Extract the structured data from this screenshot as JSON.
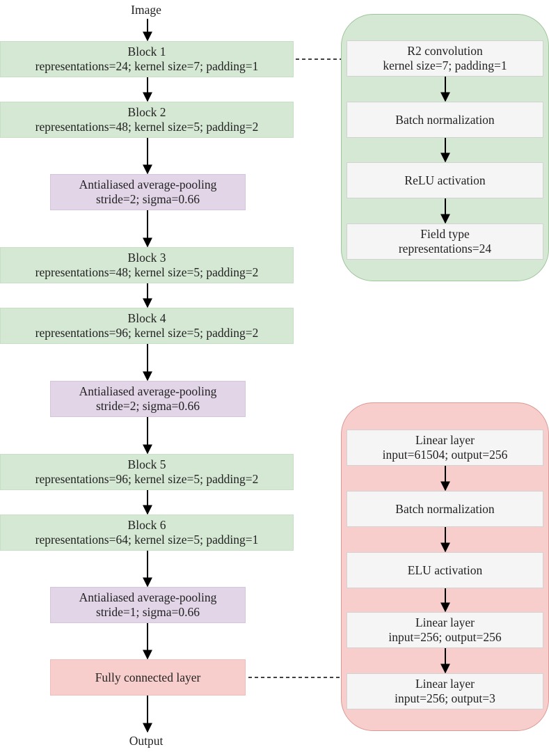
{
  "input_label": "Image",
  "output_label": "Output",
  "main_flow": [
    {
      "kind": "block",
      "title": "Block 1",
      "detail": "representations=24; kernel size=7; padding=1"
    },
    {
      "kind": "block",
      "title": "Block 2",
      "detail": "representations=48; kernel size=5; padding=2"
    },
    {
      "kind": "pool",
      "title": "Antialiased average-pooling",
      "detail": "stride=2; sigma=0.66"
    },
    {
      "kind": "block",
      "title": "Block 3",
      "detail": "representations=48; kernel size=5; padding=2"
    },
    {
      "kind": "block",
      "title": "Block 4",
      "detail": "representations=96; kernel size=5; padding=2"
    },
    {
      "kind": "pool",
      "title": "Antialiased average-pooling",
      "detail": "stride=2; sigma=0.66"
    },
    {
      "kind": "block",
      "title": "Block 5",
      "detail": "representations=96; kernel size=5; padding=2"
    },
    {
      "kind": "block",
      "title": "Block 6",
      "detail": "representations=64; kernel size=5; padding=1"
    },
    {
      "kind": "pool",
      "title": "Antialiased average-pooling",
      "detail": "stride=1; sigma=0.66"
    },
    {
      "kind": "fc",
      "title": "Fully connected layer",
      "detail": ""
    }
  ],
  "block_detail_panel": {
    "steps": [
      {
        "title": "R2 convolution",
        "detail": "kernel size=7; padding=1"
      },
      {
        "title": "Batch normalization",
        "detail": ""
      },
      {
        "title": "ReLU activation",
        "detail": ""
      },
      {
        "title": "Field type",
        "detail": "representations=24"
      }
    ]
  },
  "fc_detail_panel": {
    "steps": [
      {
        "title": "Linear layer",
        "detail": "input=61504; output=256"
      },
      {
        "title": "Batch normalization",
        "detail": ""
      },
      {
        "title": "ELU activation",
        "detail": ""
      },
      {
        "title": "Linear layer",
        "detail": "input=256; output=256"
      },
      {
        "title": "Linear layer",
        "detail": "input=256; output=3"
      }
    ]
  },
  "colors": {
    "block": "#d5e8d4",
    "pool": "#e1d5e7",
    "fully_connected": "#f8cecc",
    "detail_step": "#f5f5f5",
    "arrow": "#000000"
  }
}
